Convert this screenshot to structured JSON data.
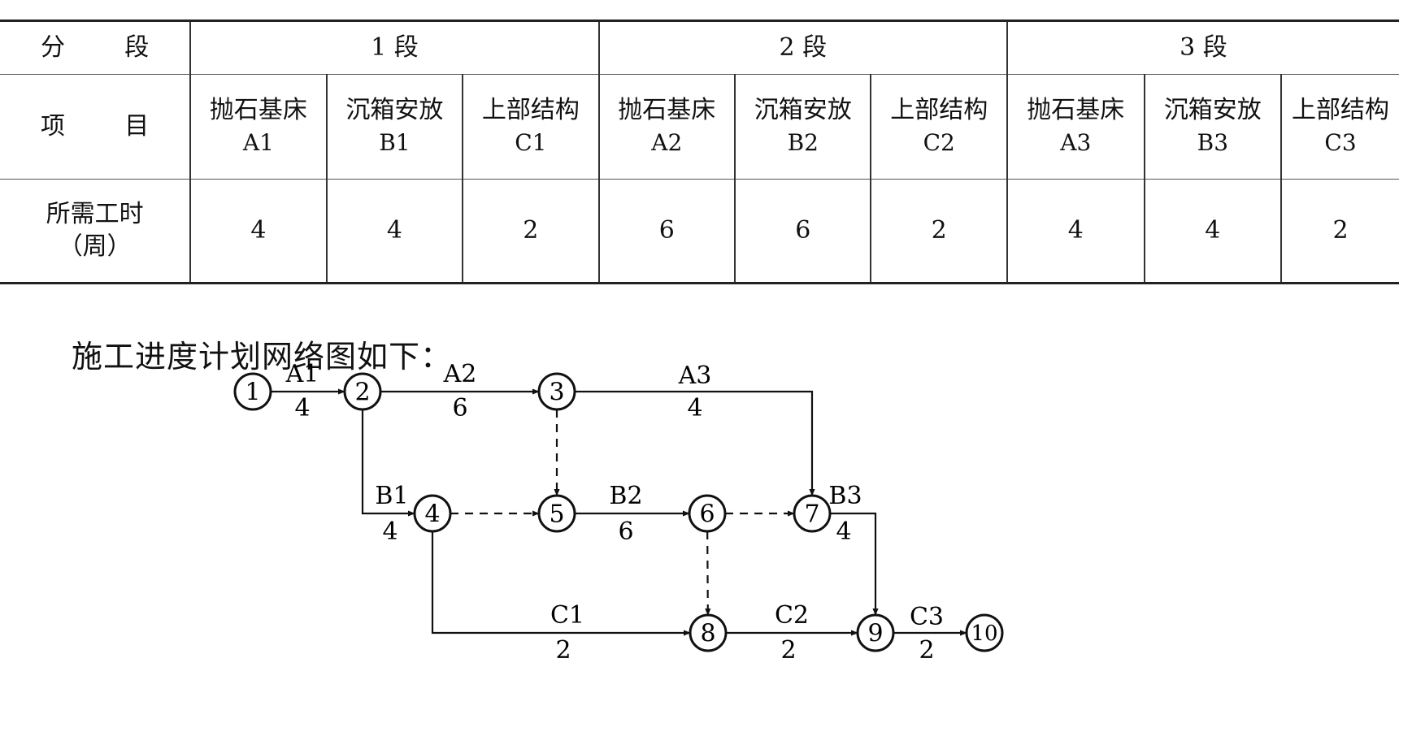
{
  "table": {
    "head": {
      "label_left": "分",
      "label_right": "段",
      "segments": [
        "1 段",
        "2 段",
        "3 段"
      ]
    },
    "items_row": {
      "label_left": "项",
      "label_right": "目",
      "items": [
        {
          "name": "抛石基床",
          "code": "A1"
        },
        {
          "name": "沉箱安放",
          "code": "B1"
        },
        {
          "name": "上部结构",
          "code": "C1"
        },
        {
          "name": "抛石基床",
          "code": "A2"
        },
        {
          "name": "沉箱安放",
          "code": "B2"
        },
        {
          "name": "上部结构",
          "code": "C2"
        },
        {
          "name": "抛石基床",
          "code": "A3"
        },
        {
          "name": "沉箱安放",
          "code": "B3"
        },
        {
          "name": "上部结构",
          "code": "C3"
        }
      ]
    },
    "time_row": {
      "label_line1": "所需工时",
      "label_line2": "（周）",
      "values": [
        "4",
        "4",
        "2",
        "6",
        "6",
        "2",
        "4",
        "4",
        "2"
      ]
    }
  },
  "caption": "施工进度计划网络图如下：",
  "network": {
    "nodes": [
      "1",
      "2",
      "3",
      "4",
      "5",
      "6",
      "7",
      "8",
      "9",
      "10"
    ],
    "activities": [
      {
        "from": "1",
        "to": "2",
        "name": "A1",
        "duration": "4"
      },
      {
        "from": "2",
        "to": "3",
        "name": "A2",
        "duration": "6"
      },
      {
        "from": "3",
        "to": "7",
        "name": "A3",
        "duration": "4"
      },
      {
        "from": "2",
        "to": "4",
        "name": "B1",
        "duration": "4"
      },
      {
        "from": "5",
        "to": "6",
        "name": "B2",
        "duration": "6"
      },
      {
        "from": "7",
        "to": "9",
        "name": "B3",
        "duration": "4"
      },
      {
        "from": "4",
        "to": "8",
        "name": "C1",
        "duration": "2"
      },
      {
        "from": "8",
        "to": "9",
        "name": "C2",
        "duration": "2"
      },
      {
        "from": "9",
        "to": "10",
        "name": "C3",
        "duration": "2"
      }
    ],
    "dummies": [
      {
        "from": "3",
        "to": "5"
      },
      {
        "from": "4",
        "to": "5"
      },
      {
        "from": "6",
        "to": "7"
      },
      {
        "from": "6",
        "to": "8"
      }
    ]
  }
}
